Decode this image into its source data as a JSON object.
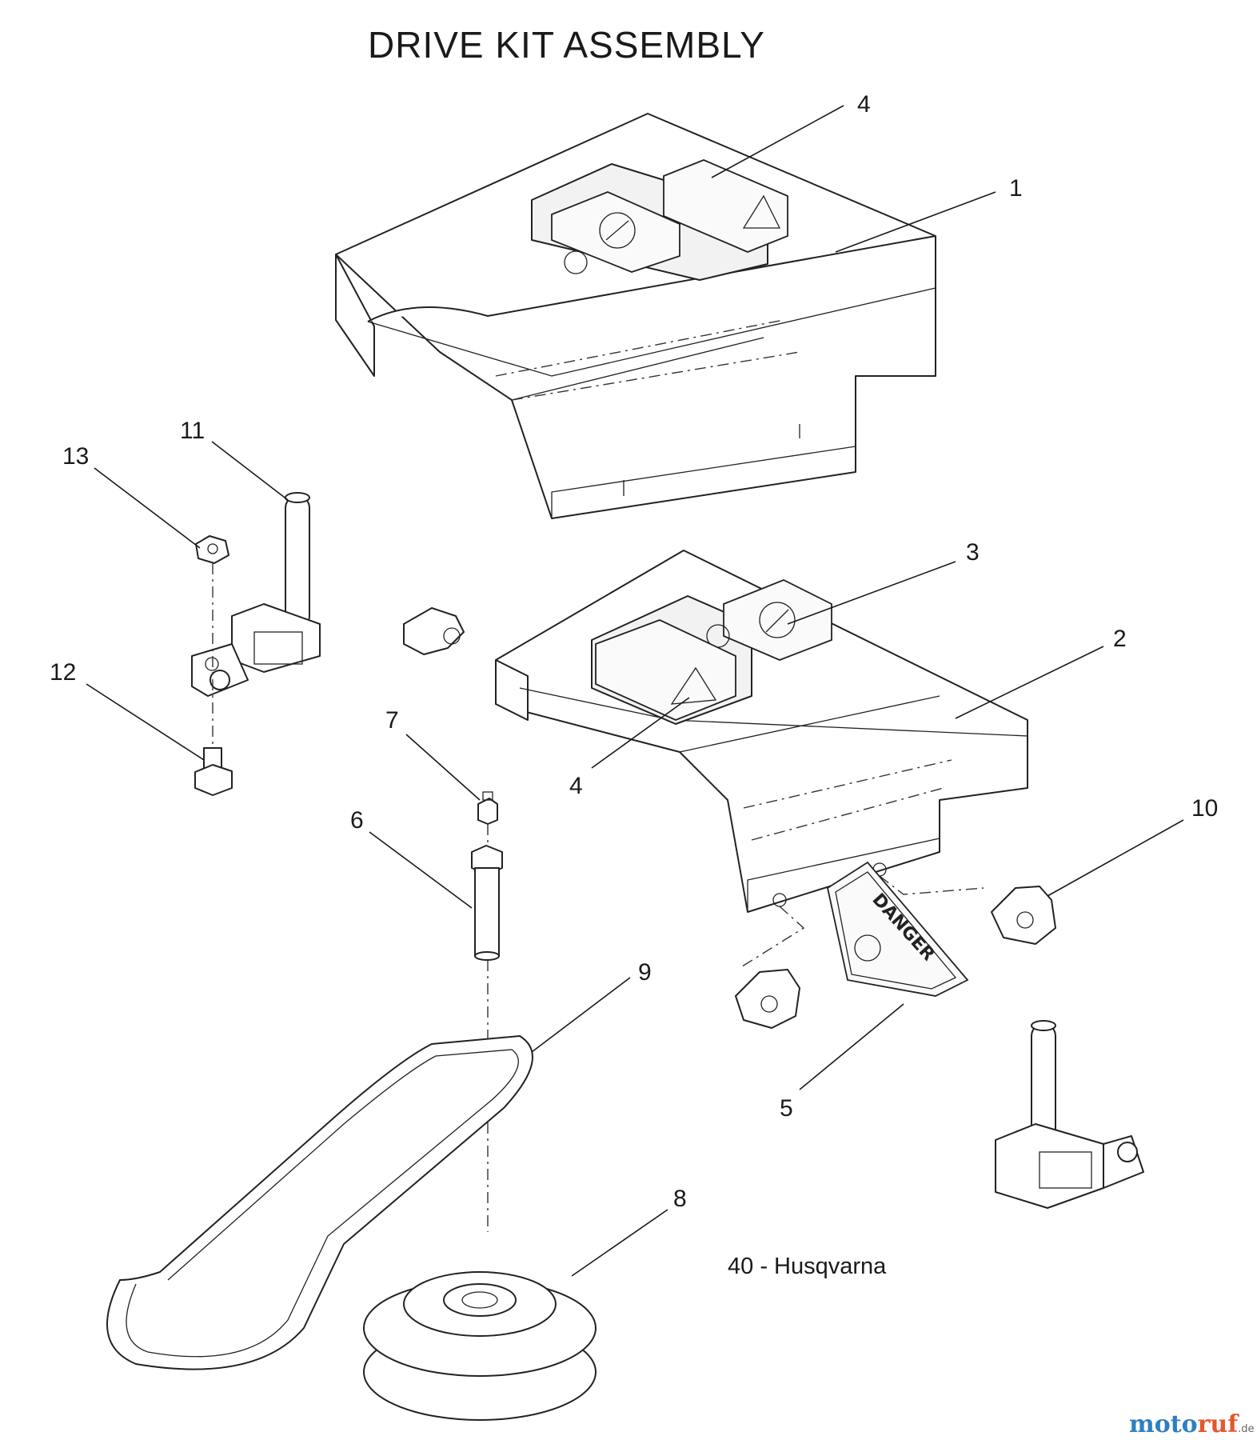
{
  "title": "DRIVE KIT ASSEMBLY",
  "caption": "40 - Husqvarna",
  "decal_text": "DANGER",
  "watermark": {
    "part1": "moto",
    "part2": "ruf",
    "suffix": ".de"
  },
  "callouts": [
    {
      "id": "c4a",
      "label": "4",
      "part": "warning decal (upper cover)"
    },
    {
      "id": "c1",
      "label": "1",
      "part": "upper drive cover"
    },
    {
      "id": "c11",
      "label": "11",
      "part": "pin bracket"
    },
    {
      "id": "c13",
      "label": "13",
      "part": "nut"
    },
    {
      "id": "c3",
      "label": "3",
      "part": "decal"
    },
    {
      "id": "c2",
      "label": "2",
      "part": "lower drive cover"
    },
    {
      "id": "c12",
      "label": "12",
      "part": "bolt"
    },
    {
      "id": "c7",
      "label": "7",
      "part": "grease fitting"
    },
    {
      "id": "c4b",
      "label": "4",
      "part": "warning decal (lower cover)"
    },
    {
      "id": "c6",
      "label": "6",
      "part": "shaft"
    },
    {
      "id": "c10",
      "label": "10",
      "part": "knob"
    },
    {
      "id": "c9",
      "label": "9",
      "part": "belt"
    },
    {
      "id": "c5",
      "label": "5",
      "part": "danger decal"
    },
    {
      "id": "c8",
      "label": "8",
      "part": "pulley"
    }
  ],
  "colors": {
    "line": "#222222",
    "logo_blue": "#2e7fc1",
    "logo_orange": "#e4572e"
  }
}
